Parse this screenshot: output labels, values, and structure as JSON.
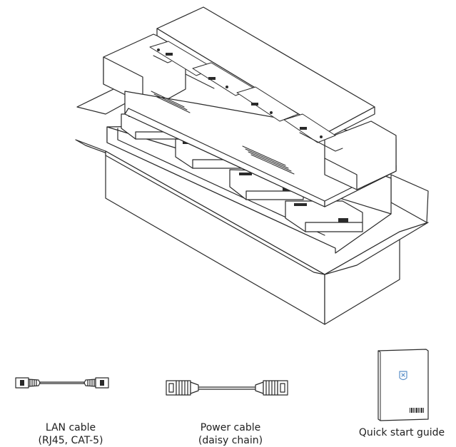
{
  "items": {
    "lan_cable": {
      "line1": "LAN cable",
      "line2": "(RJ45, CAT-5)"
    },
    "power_cable": {
      "line1": "Power cable",
      "line2": "(daisy chain)"
    },
    "quick_start_guide": {
      "label": "Quick start guide"
    }
  },
  "colors": {
    "line": "#2a2a2a",
    "fill": "#ffffff",
    "brand_blue": "#5a8fc8"
  },
  "icons": [
    "lan-cable-icon",
    "power-cable-icon",
    "quick-start-guide-icon",
    "philips-shield-icon",
    "barcode-icon"
  ]
}
